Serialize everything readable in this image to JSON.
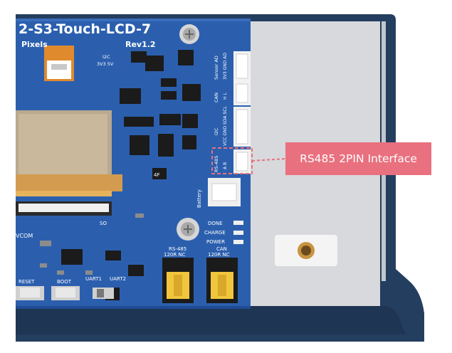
{
  "board": {
    "name_partial": "2-S3-Touch-LCD-7",
    "pixels_partial": "Pixels",
    "revision": "Rev1.2",
    "i2c_power": {
      "title": "I2C",
      "voltages": "3V3 5V"
    },
    "headers": [
      {
        "title": "Sensor AD",
        "pins": "3V3 GND AD"
      },
      {
        "title": "CAN",
        "pins": "H L"
      },
      {
        "title": "I2C",
        "pins": "VCC GND SDA SCL"
      },
      {
        "title": "RS-485",
        "pins": "A B"
      }
    ],
    "battery_label": "Battery",
    "status_leds": [
      "DONE",
      "CHARGE",
      "POWER"
    ],
    "jumpers": [
      {
        "title": "RS-485",
        "sub": "120R NC"
      },
      {
        "title": "CAN",
        "sub": "120R NC"
      }
    ],
    "buttons": [
      "RESET",
      "BOOT"
    ],
    "uart_labels": [
      "UART1",
      "UART2"
    ],
    "edge_labels": [
      "VCOM",
      "SO"
    ],
    "chip_marking": "4F"
  },
  "callout": {
    "text": "RS485 2PIN Interface"
  },
  "colors": {
    "pcb_blue": "#2b5fae",
    "frame_navy": "#243e60",
    "callout_pink": "#e9707e",
    "aluminum": "#d7d9dc"
  }
}
